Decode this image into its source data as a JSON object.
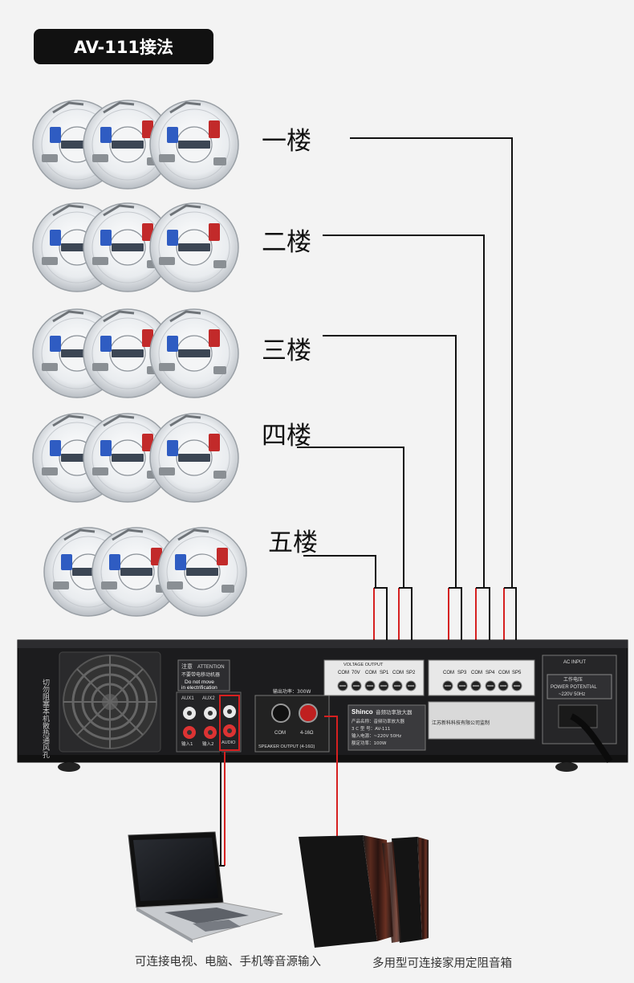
{
  "title": "AV-111接法",
  "floors": [
    "一楼",
    "二楼",
    "三楼",
    "四楼",
    "五楼"
  ],
  "amplifier": {
    "fan_label": "切勿阻塞本机散热通风孔",
    "attention_cn": "注意",
    "attention_en": "ATTENTION",
    "no_move_cn": "不要带电移动机器",
    "no_move_en1": "Do not move",
    "no_move_en2": "in electrification",
    "aux1": "AUX1",
    "aux2": "AUX2",
    "audio": "AUDIO",
    "input1": "输入1",
    "input2": "输入2",
    "voltage_out": "VOLTAGE OUTPUT",
    "terminals_left": [
      "COM",
      "70V",
      "COM",
      "SP1",
      "COM",
      "SP2"
    ],
    "terminals_right": [
      "COM",
      "SP3",
      "COM",
      "SP4",
      "COM",
      "SP5"
    ],
    "output_power": "输出功率：300W",
    "com": "COM",
    "ohm": "4-16Ω",
    "speaker_output": "SPEAKER OUTPUT (4-16Ω)",
    "brand": "Shinco",
    "brand_desc": "音频功率放大器",
    "spec_lines": [
      "产品名称：音频功率放大器",
      "3 C 型 号：AV-111",
      "输入电源：~220V  50Hz",
      "额定功率：100W"
    ],
    "maker": "江苏新科科技有限公司监制",
    "ac_input": "AC INPUT",
    "ac_cn": "工作电压",
    "power_potential": "POWER POTENTIAL",
    "power_value": "~220V 50Hz"
  },
  "captions": {
    "left": "可连接电视、电脑、手机等音源输入",
    "right": "多用型可连接家用定阻音箱"
  },
  "colors": {
    "wire_black": "#111111",
    "wire_red": "#d62020",
    "chassis": "#1c1c1e",
    "title_bg": "#111111"
  }
}
